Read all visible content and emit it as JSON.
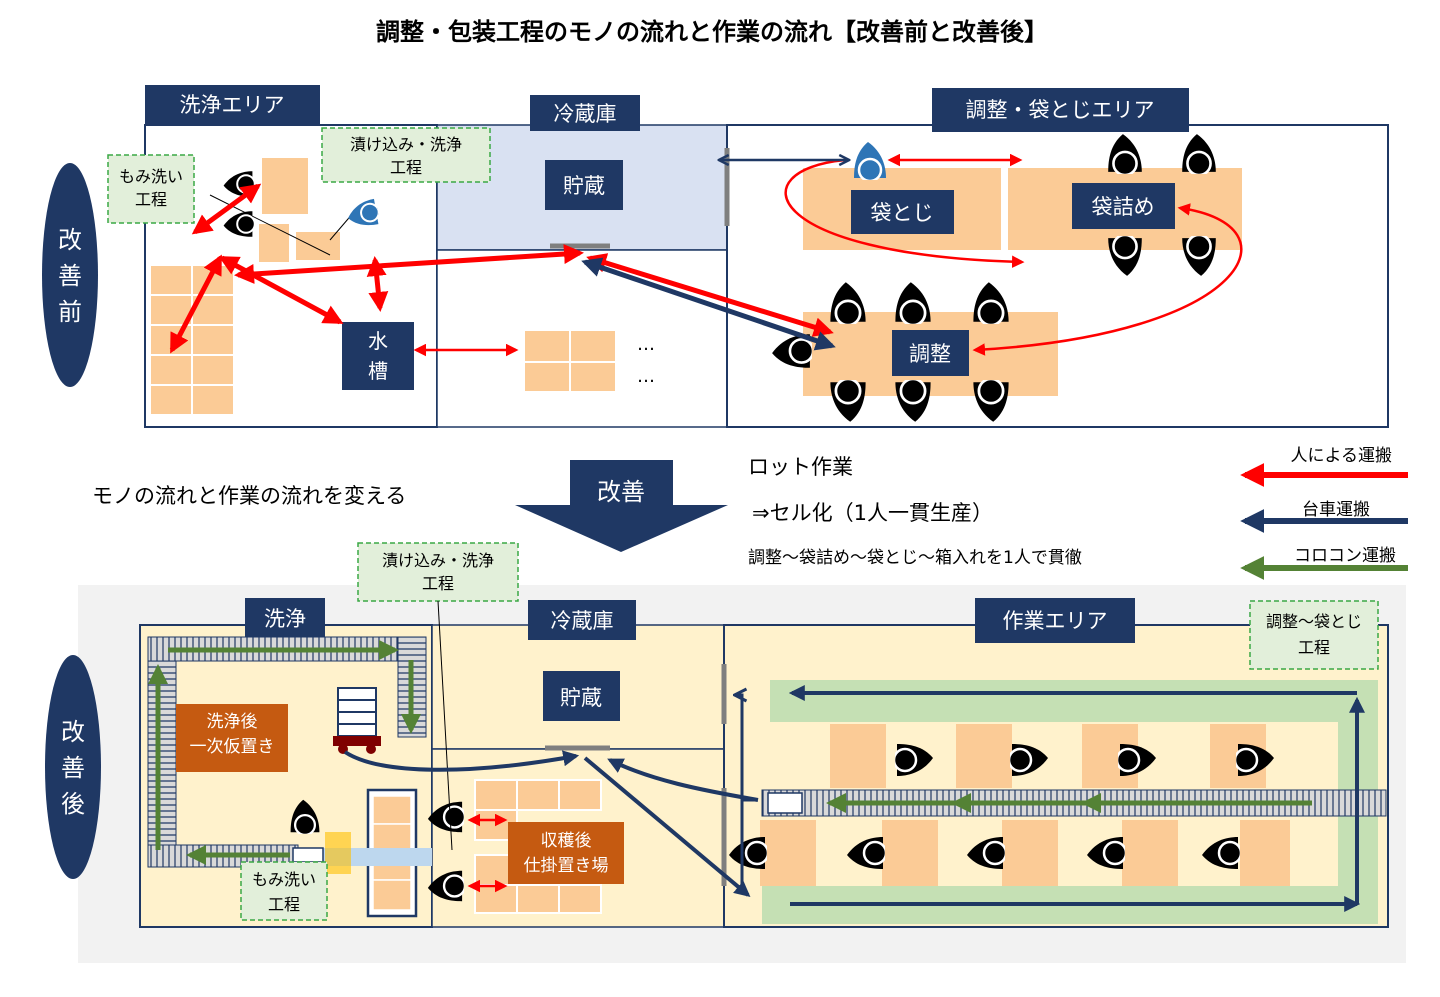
{
  "title": "調整・包装工程のモノの流れと作業の流れ【改善前と改善後】",
  "colors": {
    "navy": "#1f3864",
    "red": "#ff0000",
    "green": "#548235",
    "box": "#fbcb96",
    "cold_before": "#d9e1f2",
    "after_bg": "#f2f2f2",
    "after_room": "#fff2cc",
    "dashed_fill": "#e2efda",
    "dashed_border": "#3aa845",
    "brown": "#c55a11",
    "belt_green": "#c5e0b4"
  },
  "before": {
    "side_label": [
      "改",
      "善",
      "前"
    ],
    "wash_area": "洗浄エリア",
    "cold_storage": "冷蔵庫",
    "adjust_area": "調整・袋とじエリア",
    "storage": "貯蔵",
    "momi_note": [
      "もみ洗い",
      "工程"
    ],
    "tsuke_note": [
      "漬け込み・洗浄",
      "工程"
    ],
    "tank": [
      "水",
      "槽"
    ],
    "bag_close": "袋とじ",
    "bag_fill": "袋詰め",
    "adjust": "調整",
    "dots": [
      "…",
      "…"
    ]
  },
  "middle": {
    "left_text": "モノの流れと作業の流れを変える",
    "arrow_label": "改善",
    "lot_work": "ロット作業",
    "cell_text": "⇒セル化（1人一貫生産）",
    "detail": "調整～袋詰め～袋とじ～箱入れを1人で貫徹"
  },
  "legend": [
    {
      "label": "人による運搬",
      "color": "#ff0000"
    },
    {
      "label": "台車運搬",
      "color": "#1f3864"
    },
    {
      "label": "コロコン運搬",
      "color": "#548235"
    }
  ],
  "after": {
    "side_label": [
      "改",
      "善",
      "後"
    ],
    "wash": "洗浄",
    "cold_storage": "冷蔵庫",
    "work_area": "作業エリア",
    "storage": "貯蔵",
    "tsuke_note": [
      "漬け込み・洗浄",
      "工程"
    ],
    "adjust_note": [
      "調整～袋とじ",
      "工程"
    ],
    "temp_place": [
      "洗浄後",
      "一次仮置き"
    ],
    "harvest_place": [
      "収穫後",
      "仕掛置き場"
    ],
    "momi_note": [
      "もみ洗い",
      "工程"
    ]
  }
}
